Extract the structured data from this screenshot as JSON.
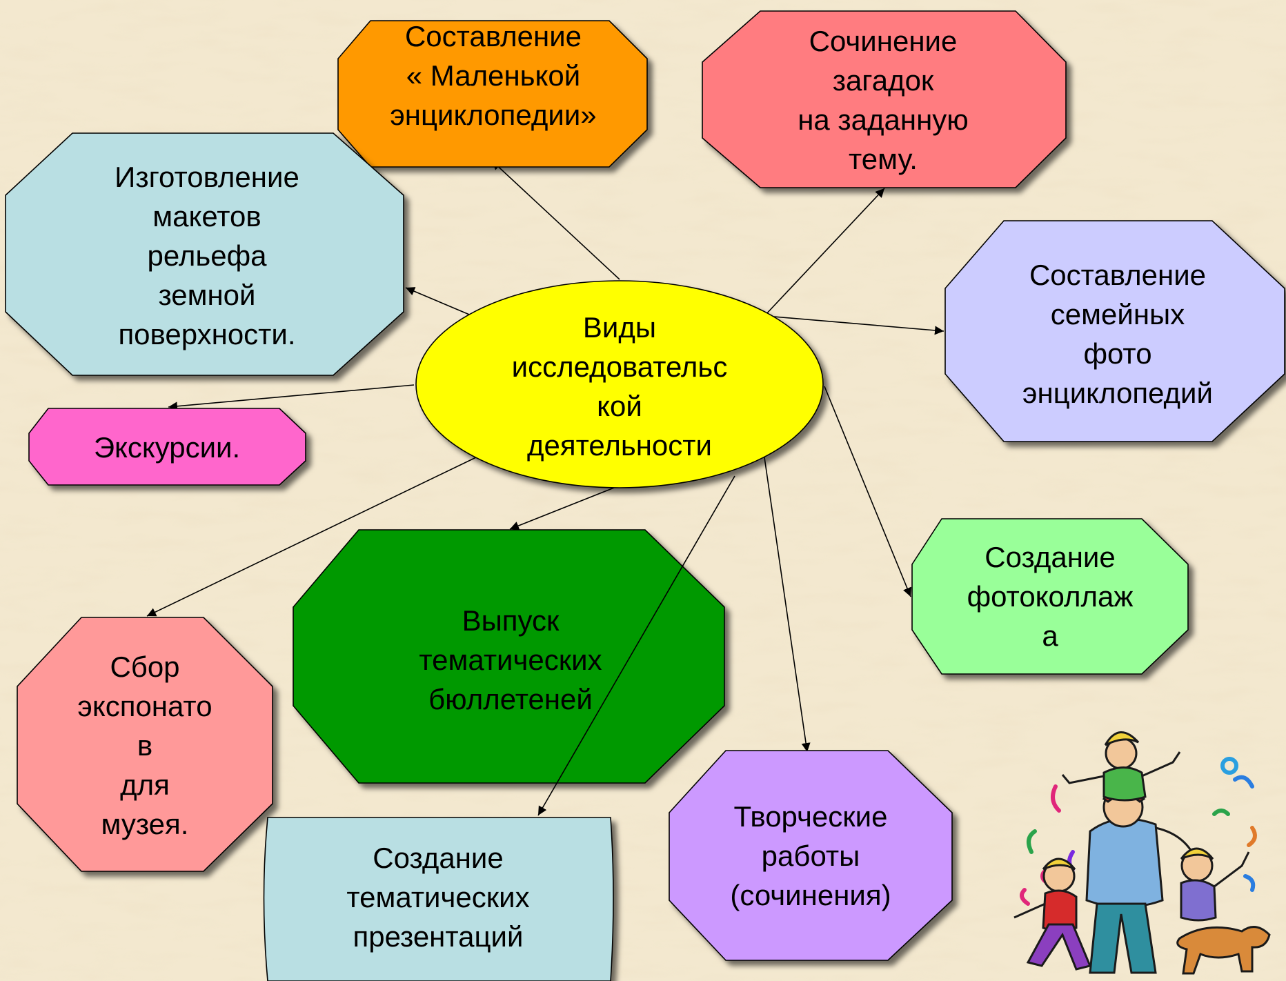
{
  "colors": {
    "background": "#f3e8cf",
    "center": "#ffff00",
    "encyclopedia": "#ff9900",
    "riddles": "#ff7c80",
    "models": "#b9dfe3",
    "photo_encyclopedia": "#ccccff",
    "excursions": "#ff66cc",
    "bulletins": "#009900",
    "collage": "#99ff99",
    "exhibits": "#ff9999",
    "presentations": "#b9dfe3",
    "creative": "#cc99ff"
  },
  "center": {
    "label": "Виды\nисследовательс\nкой\nдеятельности"
  },
  "nodes": {
    "encyclopedia": "Составление\n« Маленькой\nэнциклопедии»",
    "riddles": "Сочинение\nзагадок\nна заданную\nтему.",
    "models": "Изготовление\nмакетов\nрельефа\nземной\nповерхности.",
    "photo_encyclopedia": "Составление\nсемейных\nфото\nэнциклопедий",
    "excursions": "Экскурсии.",
    "bulletins": "Выпуск\nтематических\nбюллетеней",
    "collage": "Создание\nфотоколлаж\nа",
    "exhibits": "Сбор\nэкспонато\nв\nдля\nмузея.",
    "presentations": "Создание\nтематических\nпрезентаций",
    "creative": "Творческие\nработы\n(сочинения)"
  },
  "clipart": {
    "icon": "family-playing-clipart"
  }
}
